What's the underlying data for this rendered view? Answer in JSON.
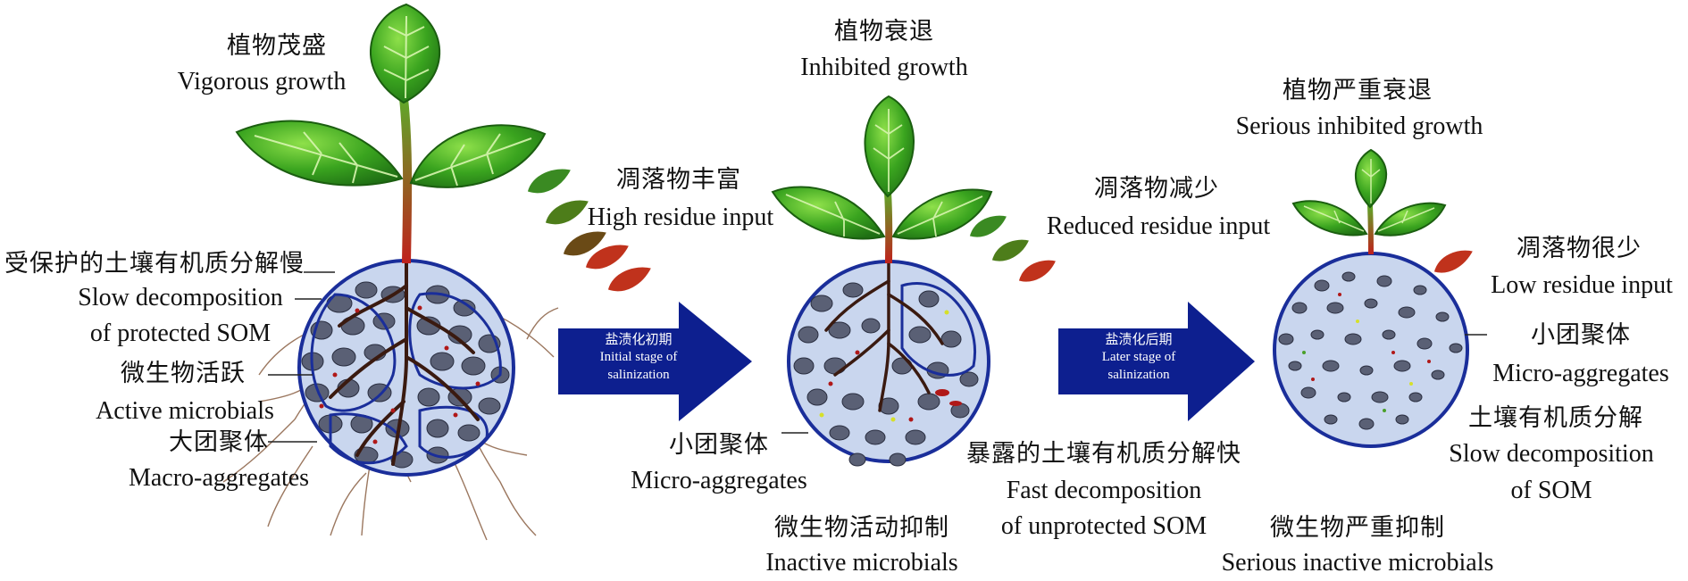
{
  "stage1": {
    "plant_cn": "植物茂盛",
    "plant_en": "Vigorous growth",
    "residue_cn": "凋落物丰富",
    "residue_en": "High residue input",
    "som_cn": "受保护的土壤有机质分解慢",
    "som_en_1": "Slow decomposition",
    "som_en_2": "of protected SOM",
    "microbe_cn": "微生物活跃",
    "microbe_en": "Active microbials",
    "agg_cn": "大团聚体",
    "agg_en": "Macro-aggregates"
  },
  "stage2": {
    "plant_cn": "植物衰退",
    "plant_en": "Inhibited growth",
    "residue_cn": "凋落物减少",
    "residue_en": "Reduced residue input",
    "agg_cn": "小团聚体",
    "agg_en": "Micro-aggregates",
    "som_cn": "暴露的土壤有机质分解快",
    "som_en_1": "Fast decomposition",
    "som_en_2": "of unprotected SOM",
    "microbe_cn": "微生物活动抑制",
    "microbe_en": "Inactive microbials"
  },
  "stage3": {
    "plant_cn": "植物严重衰退",
    "plant_en": "Serious inhibited growth",
    "residue_cn": "凋落物很少",
    "residue_en": "Low residue input",
    "agg_cn": "小团聚体",
    "agg_en": "Micro-aggregates",
    "som_cn": "土壤有机质分解",
    "som_en_1": "Slow decomposition",
    "som_en_2": "of SOM",
    "microbe_cn": "微生物严重抑制",
    "microbe_en": "Serious inactive microbials"
  },
  "arrow1": {
    "cn": "盐渍化初期",
    "en_1": "Initial stage of",
    "en_2": "salinization"
  },
  "arrow2": {
    "cn": "盐渍化后期",
    "en_1": "Later stage of",
    "en_2": "salinization"
  },
  "colors": {
    "arrow": "#0d1f8f",
    "leaf": "#2f9a1e",
    "leaf_light": "#7fd040",
    "soil_fill": "#d3def0",
    "soil_edge": "#1a2e9a",
    "aggregate": "#5a6075",
    "root": "#3a1a10",
    "residue_red": "#c0321c",
    "residue_green": "#4d8a1a"
  }
}
